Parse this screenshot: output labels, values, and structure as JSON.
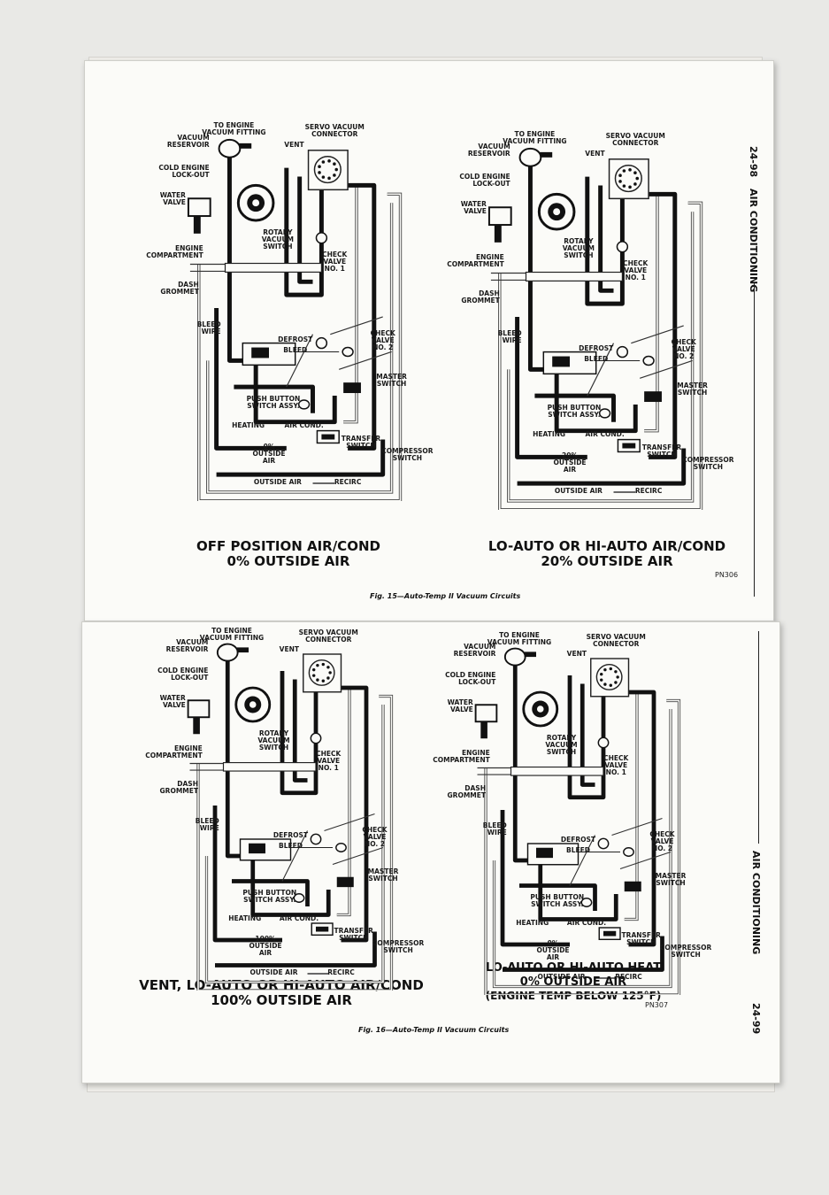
{
  "top": {
    "page_number": "24-98",
    "section": "AIR CONDITIONING",
    "pn": "PN306",
    "figure": "Fig. 15—Auto-Temp II Vacuum Circuits",
    "left": {
      "title1": "OFF POSITION AIR/COND",
      "title2": "0% OUTSIDE AIR",
      "pct": "0%"
    },
    "right": {
      "title1": "LO-AUTO OR HI-AUTO AIR/COND",
      "title2": "20% OUTSIDE AIR",
      "pct": "20%"
    }
  },
  "bottom": {
    "page_number": "24-99",
    "section": "AIR CONDITIONING",
    "pn": "PN307",
    "figure": "Fig. 16—Auto-Temp II Vacuum Circuits",
    "left": {
      "title1": "VENT, LO-AUTO OR HI-AUTO AIR/COND",
      "title2": "100% OUTSIDE AIR",
      "pct": "100%"
    },
    "right": {
      "title1": "LO-AUTO OR HI-AUTO HEAT",
      "title2": "0% OUTSIDE AIR",
      "title3": "(ENGINE TEMP BELOW 125°F)",
      "pct": "0%"
    }
  },
  "labels": {
    "to_engine": "TO ENGINE",
    "vacuum_fitting": "VACUUM FITTING",
    "vacuum": "VACUUM",
    "reservoir": "RESERVOIR",
    "cold_engine": "COLD ENGINE",
    "lock_out": "LOCK-OUT",
    "water": "WATER",
    "valve": "VALVE",
    "engine": "ENGINE",
    "compartment": "COMPARTMENT",
    "dash": "DASH",
    "grommet": "GROMMET",
    "bleed": "BLEED",
    "wire": "WIRE",
    "servo_vacuum": "SERVO VACUUM",
    "connector": "CONNECTOR",
    "vent": "VENT",
    "rotary": "ROTARY",
    "vacuum_switch": "VACUUM",
    "switch": "SWITCH",
    "check": "CHECK",
    "valve_no1": "NO. 1",
    "valve_no2": "NO. 2",
    "master": "MASTER",
    "defrost": "DEFROST",
    "bleed_arrow": "BLEED",
    "push_button": "PUSH BUTTON",
    "switch_assy": "SWITCH ASSY.",
    "heating": "HEATING",
    "air_cond": "AIR COND.",
    "transfer": "TRANSFER",
    "compressor": "COMPRESSOR",
    "outside": "OUTSIDE",
    "air": "AIR",
    "outside_air": "OUTSIDE AIR",
    "recirc": "RECIRC"
  }
}
